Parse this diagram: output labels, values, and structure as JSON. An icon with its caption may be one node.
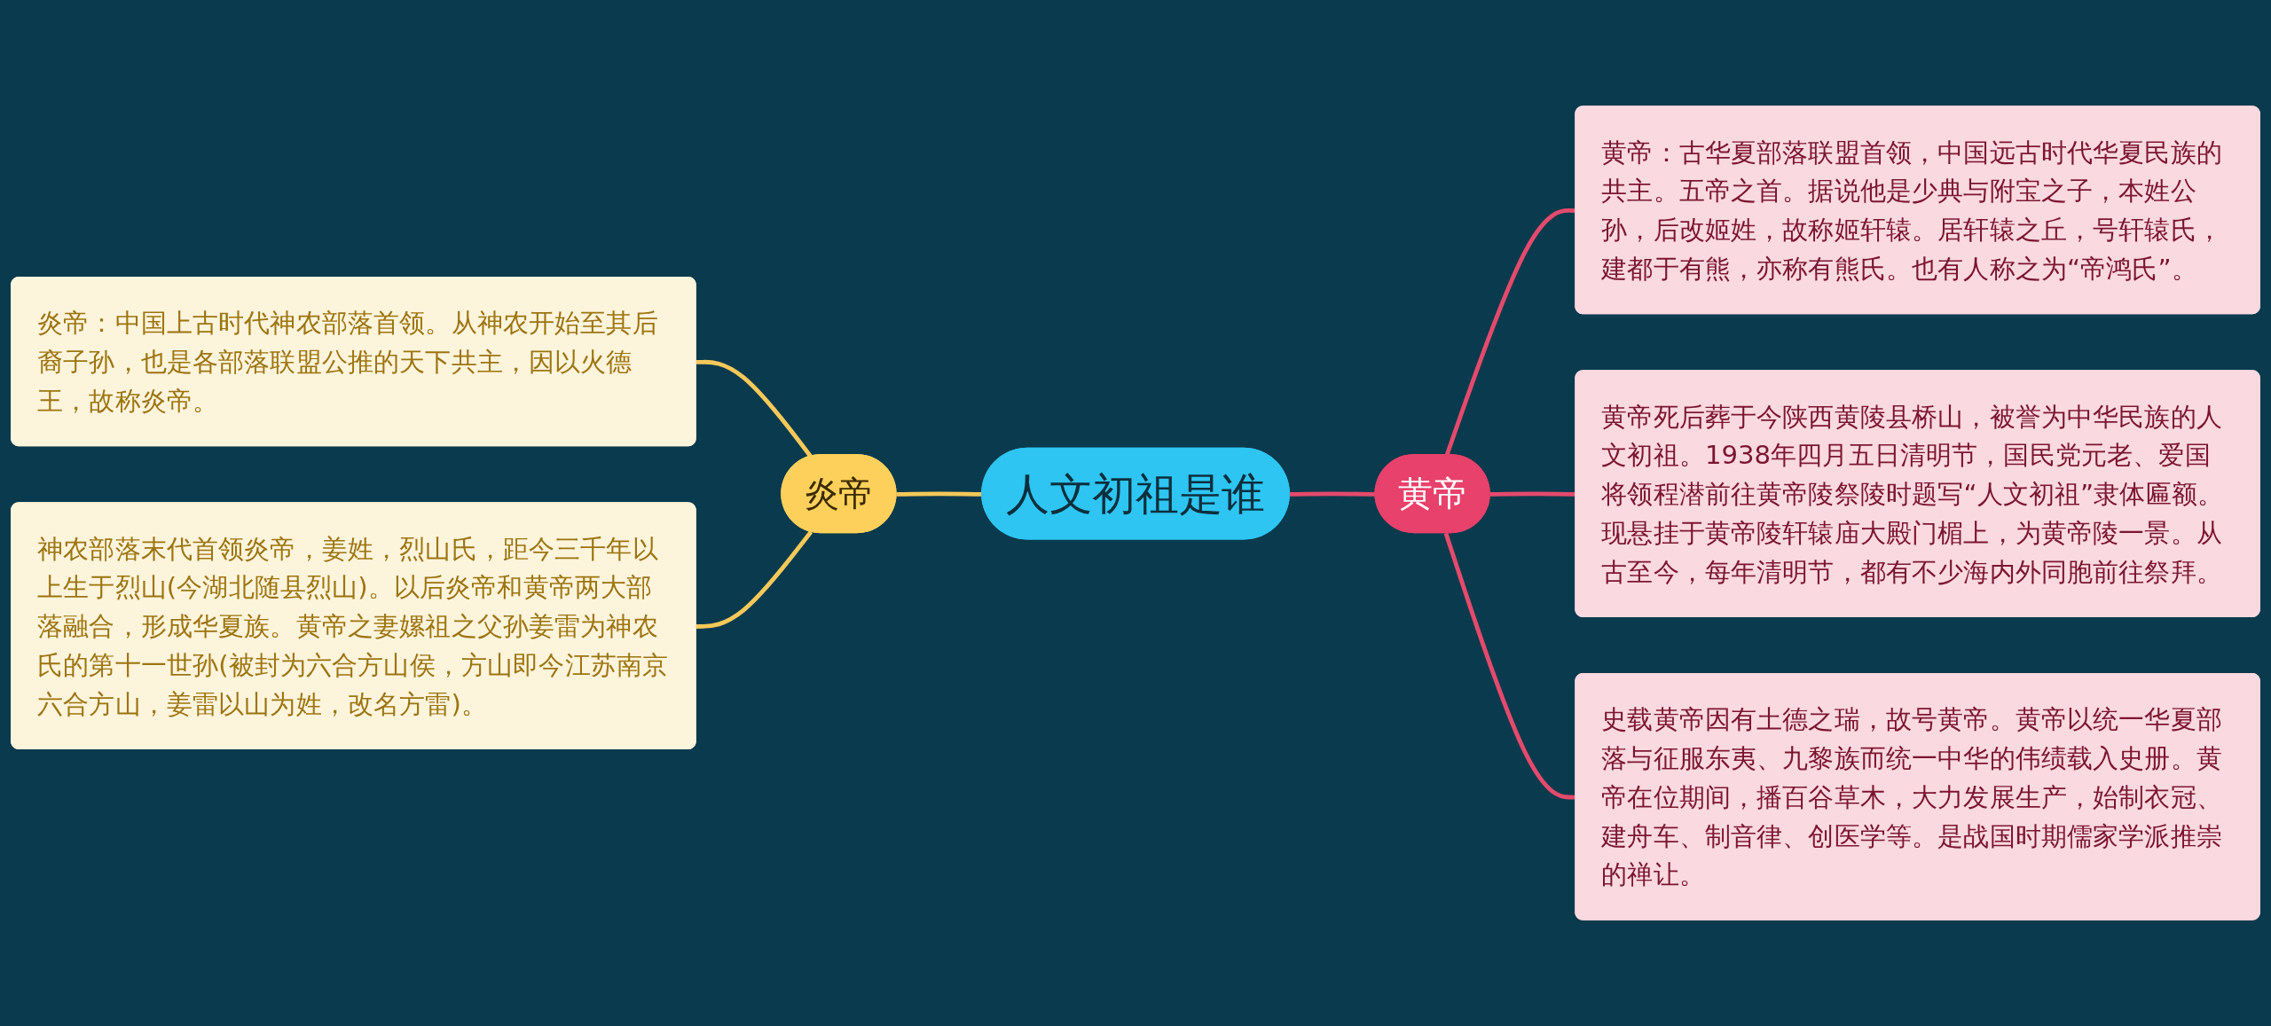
{
  "diagram": {
    "nodes": [
      {
        "text": [
          "人文初祖是谁"
        ]
      },
      {
        "text": [
          "炎帝"
        ]
      },
      {
        "text": [
          "炎帝：中国上古时代神农部落首领。从神农开始至其后裔子孙，也是各部落联盟公推的天下共主，因以火德王，故称炎帝。"
        ]
      },
      {
        "text": [
          "神农部落末代首领炎帝，姜姓，烈山氏，距今三千年以上生于烈山(今湖北随县烈山)。以后炎帝和黄帝两大部落融合，形成华夏族。黄帝之妻嫘祖之父孙姜雷为神农氏的第十一世孙(被封为六合方山侯，方山即今江苏南京六合方山，姜雷以山为姓，改名方雷)。"
        ]
      },
      {
        "text": [
          "黄帝"
        ]
      },
      {
        "text": [
          "黄帝：古华夏部落联盟首领，中国远古时代华夏民族的共主。五帝之首。据说他是少典与附宝之子，本姓公孙，后改姬姓，故称姬轩辕。居轩辕之丘，号轩辕氏，建都于有熊，亦称有熊氏。也有人称之为“帝鸿氏”。"
        ]
      },
      {
        "text": [
          "黄帝死后葬于今陕西黄陵县桥山，被誉为中华民族的人文初祖。1938年四月五日清明节，国民党元老、爱国将领程潜前往黄帝陵祭陵时题写“人文初祖”隶体匾额。现悬挂于黄帝陵轩辕庙大殿门楣上，为黄帝陵一景。从古至今，每年清明节，都有不少海内外同胞前往祭拜。"
        ]
      },
      {
        "text": [
          "史载黄帝因有土德之瑞，故号黄帝。黄帝以统一华夏部落与征服东夷、九黎族而统一中华的伟绩载入史册。黄帝在位期间，播百谷草木，大力发展生产，始制衣冠、建舟车、制音律、创医学等。是战国时期儒家学派推崇的禅让。"
        ]
      }
    ],
    "edges": [
      {
        "from": 0,
        "to": 1,
        "arrow": "none",
        "color": "#f5c85a"
      },
      {
        "from": 1,
        "to": 2,
        "arrow": "none",
        "color": "#f5c85a"
      },
      {
        "from": 1,
        "to": 3,
        "arrow": "none",
        "color": "#f5c85a"
      },
      {
        "from": 0,
        "to": 4,
        "arrow": "none"
      },
      {
        "from": 4,
        "to": 5,
        "arrow": "none"
      },
      {
        "from": 4,
        "to": 6,
        "arrow": "none"
      },
      {
        "from": 4,
        "to": 7,
        "arrow": "none"
      }
    ]
  }
}
